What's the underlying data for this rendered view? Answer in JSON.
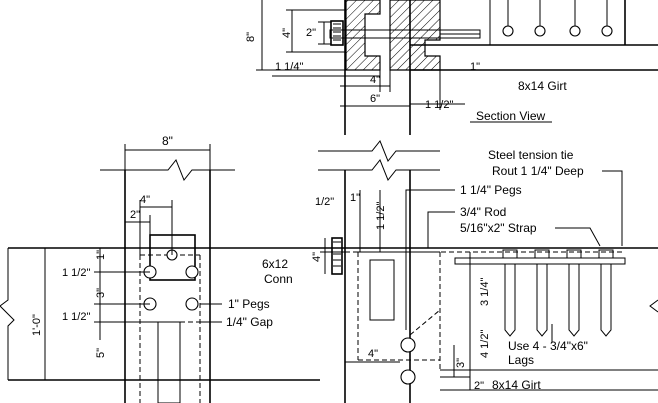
{
  "labels": {
    "dim_8_top": "8\"",
    "dim_4_top": "4\"",
    "dim_2_top": "2\"",
    "dim_1_1_4_top": "1 1/4\"",
    "dim_4_bottom_top": "4\"",
    "dim_6_top": "6\"",
    "dim_1_top": "1\"",
    "dim_1_1_2_top": "1 1/2\"",
    "girt_top": "8x14 Girt",
    "section_view": "Section View",
    "dim_8_left": "8\"",
    "dim_4_left": "4\"",
    "dim_2_left": "2\"",
    "dim_1_left": "1\"",
    "dim_1_1_2_a": "1 1/2\"",
    "dim_3_left": "3\"",
    "dim_1_1_2_b": "1 1/2\"",
    "dim_1_0": "1'-0\"",
    "dim_5_left": "5\"",
    "conn_size": "6x12",
    "conn_label": "Conn",
    "pegs_left": "1\" Pegs",
    "gap_left": "1/4\" Gap",
    "steel_tie": "Steel tension tie",
    "rout": "Rout 1 1/4\" Deep",
    "pegs_right": "1 1/4\" Pegs",
    "rod": "3/4\" Rod",
    "strap": "5/16\"x2\" Strap",
    "dim_half": "1/2\"",
    "dim_1_right": "1\"",
    "dim_1_1_2_right": "1 1/2\"",
    "dim_4_right": "4\"",
    "dim_3_1_4": "3 1/4\"",
    "dim_4_1_2": "4 1/2\"",
    "dim_3_right": "3\"",
    "dim_4_bottom_right": "4\"",
    "lags_1": "Use 4 - 3/4\"x6\"",
    "lags_2": "Lags",
    "dim_2_bottom": "2\"",
    "girt_bottom": "8x14 Girt"
  }
}
